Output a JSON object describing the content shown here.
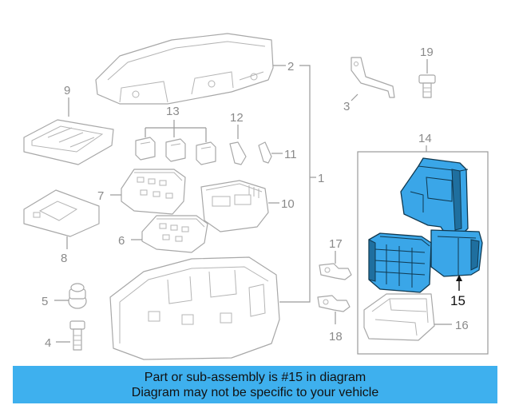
{
  "callouts": {
    "c1": "1",
    "c2": "2",
    "c3": "3",
    "c4": "4",
    "c5": "5",
    "c6": "6",
    "c7": "7",
    "c8": "8",
    "c9": "9",
    "c10": "10",
    "c11": "11",
    "c12": "12",
    "c13": "13",
    "c14": "14",
    "c15": "15",
    "c16": "16",
    "c17": "17",
    "c18": "18",
    "c19": "19"
  },
  "highlight": {
    "part_number": "15",
    "color": "#3aa6e8"
  },
  "banner": {
    "line1": "Part or sub-assembly is #15 in diagram",
    "line2": "Diagram may not be specific to your vehicle",
    "color": "#3eb0ee"
  }
}
